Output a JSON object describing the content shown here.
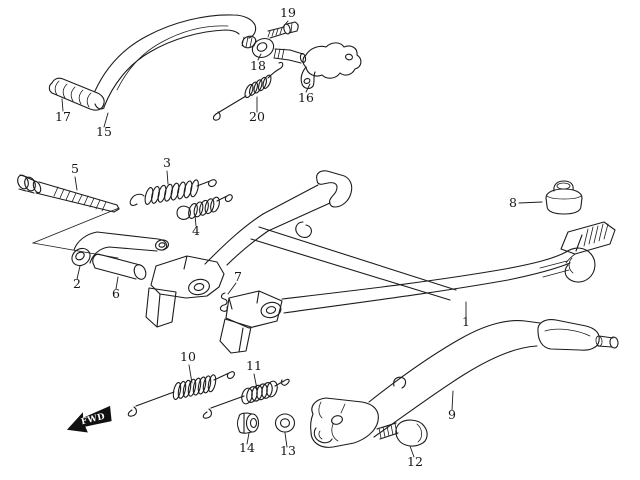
{
  "diagram": {
    "description": "Exploded parts line diagram: motorcycle center stand, prop (side) stand and rear brake pedal assembly",
    "background_color": "#ffffff",
    "line_color": "#1c1c1c",
    "fwd_marker": {
      "label": "FWD"
    },
    "part_labels": [
      {
        "number": "1",
        "depicts": "center stand"
      },
      {
        "number": "2",
        "depicts": "bracket arm"
      },
      {
        "number": "3",
        "depicts": "tension spring"
      },
      {
        "number": "4",
        "depicts": "tension spring"
      },
      {
        "number": "5",
        "depicts": "long pivot bolt"
      },
      {
        "number": "6",
        "depicts": "spacer sleeve"
      },
      {
        "number": "7",
        "depicts": "clip"
      },
      {
        "number": "8",
        "depicts": "rubber cushion stopper"
      },
      {
        "number": "9",
        "depicts": "prop side stand"
      },
      {
        "number": "10",
        "depicts": "stand spring"
      },
      {
        "number": "11",
        "depicts": "stand spring"
      },
      {
        "number": "12",
        "depicts": "pivot bolt"
      },
      {
        "number": "13",
        "depicts": "washer"
      },
      {
        "number": "14",
        "depicts": "nut"
      },
      {
        "number": "15",
        "depicts": "brake pedal arm"
      },
      {
        "number": "16",
        "depicts": "stopper arm bracket"
      },
      {
        "number": "17",
        "depicts": "pedal rubber pad"
      },
      {
        "number": "18",
        "depicts": "washer"
      },
      {
        "number": "19",
        "depicts": "bolt"
      },
      {
        "number": "20",
        "depicts": "return spring"
      }
    ]
  }
}
